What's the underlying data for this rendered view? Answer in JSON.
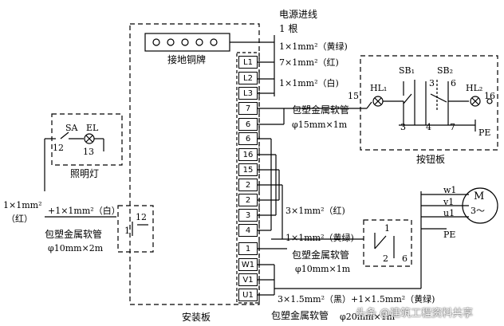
{
  "mounting_board": {
    "label": "安装板",
    "ground_bar_label": "接地铜牌",
    "terminals": [
      "L1",
      "L2",
      "L3",
      "7",
      "6",
      "6",
      "16",
      "15",
      "2",
      "2",
      "3",
      "4",
      "1",
      "W1",
      "V1",
      "U1"
    ]
  },
  "power_inlet": {
    "title": "电源进线",
    "count": "1 根",
    "wire_ground": "1×1mm²（黄绿)",
    "wire_red": "7×1mm²（红)",
    "wire_white": "1×1mm²（白)"
  },
  "conduit_top": {
    "label": "包塑金属软管",
    "size": "φ15mm×1m"
  },
  "button_panel": {
    "label": "按钮板",
    "hl1": "HL₁",
    "hl2": "HL₂",
    "sb1": "SB₁",
    "sb2": "SB₂",
    "t15": "15",
    "t16": "16",
    "t3": "3",
    "t3b": "3",
    "t4": "4",
    "t6": "6",
    "t7": "7",
    "pe": "PE"
  },
  "lighting": {
    "label": "照明灯",
    "sa": "SA",
    "el": "EL",
    "t12": "12",
    "t13": "13"
  },
  "left_wires": {
    "red_size": "1×1mm²",
    "red_color": "（红）",
    "white": "+1×1mm²（白）",
    "conduit_label": "包塑金属软管",
    "conduit_size": "φ10mm×2m"
  },
  "small_box": {
    "t12": "12",
    "t1": "1"
  },
  "middle_wires": {
    "red": "3×1mm²（红)",
    "ground": "1×1mm²（黄绿)",
    "conduit_label": "包塑金属软管",
    "conduit_size": "φ10mm×1m"
  },
  "limit_box": {
    "t1": "1",
    "t2": "2",
    "t6": "6"
  },
  "motor": {
    "symbol": "M",
    "phase": "3～",
    "w1": "w1",
    "v1": "v1",
    "u1": "u1",
    "pe": "PE"
  },
  "bottom_wires": {
    "text": "3×1.5mm²（黑）+1×1.5mm²（黄绿)",
    "conduit_label": "包塑金属软管",
    "conduit_size": "φ20mm×1m"
  },
  "watermark": "头条 @建筑工程资料共享"
}
